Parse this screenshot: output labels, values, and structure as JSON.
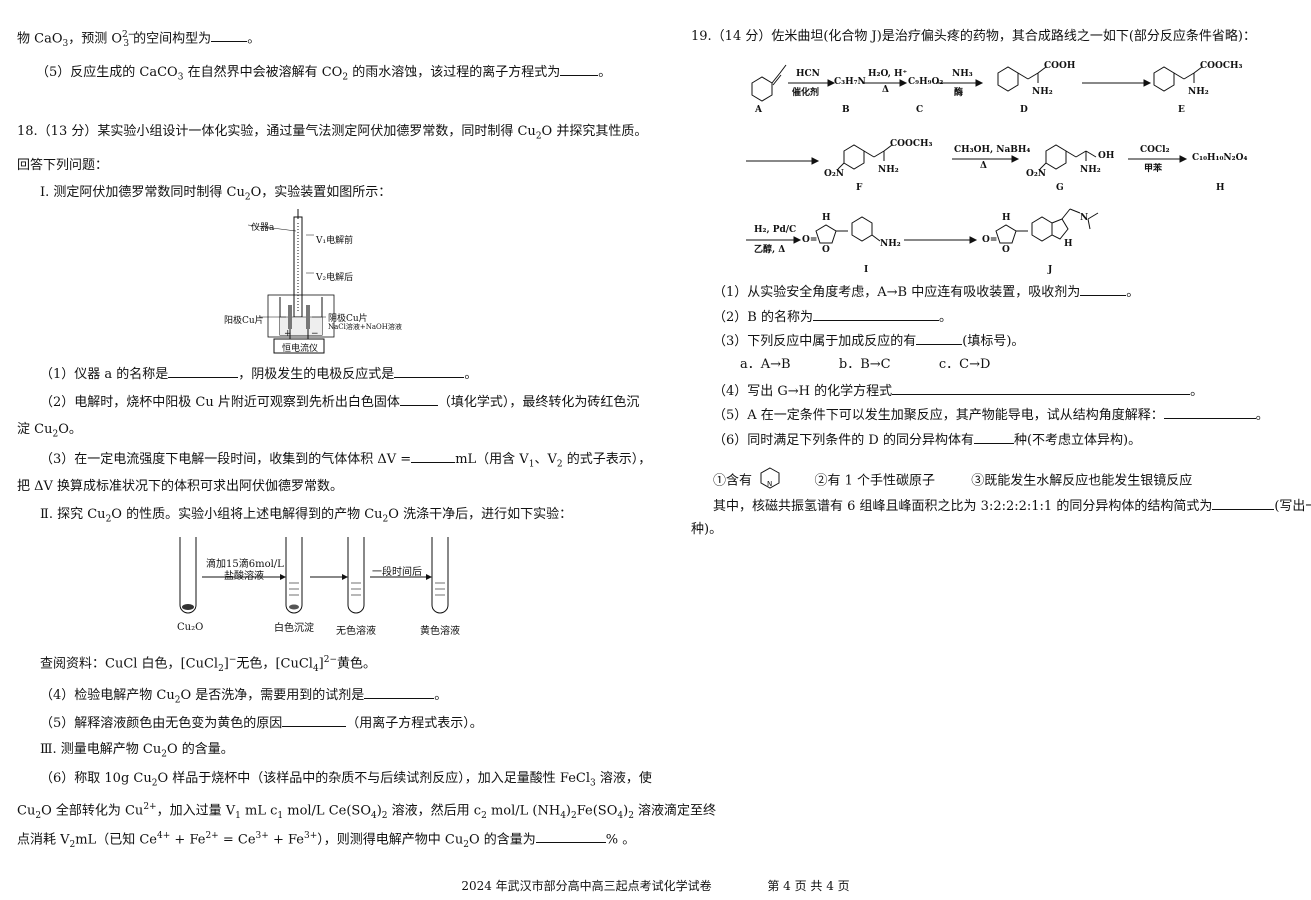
{
  "left": {
    "l1a": "物 CaO",
    "l1b": "，预测 O",
    "l1c": " 的空间构型为",
    "q17_5": "（5）反应生成的 CaCO",
    "q17_5b": " 在自然界中会被溶解有 CO",
    "q17_5c": " 的雨水溶蚀，该过程的离子方程式为",
    "q18_head": "18.（13 分）某实验小组设计一体化实验，通过量气法测定阿伏加德罗常数，同时制得 Cu",
    "q18_head_b": "O 并探究其性质。",
    "answer_prompt": "回答下列问题：",
    "part1": "Ⅰ. 测定阿伏加德罗常数同时制得 Cu",
    "part1b": "O，实验装置如图所示：",
    "fig1": {
      "instrument": "仪器a",
      "v1": "V₁电解前",
      "v2": "V₂电解后",
      "anode": "阳极Cu片",
      "cathode": "阴极Cu片",
      "solution": "NaCl溶液+NaOH溶液",
      "power": "恒电流仪",
      "plus": "+",
      "minus": "−"
    },
    "q1": "（1）仪器 a 的名称是",
    "q1b": "，阴极发生的电极反应式是",
    "q2": "（2）电解时，烧杯中阳极 Cu 片附近可观察到先析出白色固体",
    "q2b": "（填化学式），最终转化为砖红色沉",
    "q2c": "淀 Cu",
    "q2d": "O。",
    "q3": "（3）在一定电流强度下电解一段时间，收集到的气体体积 ΔV =",
    "q3b": "mL（用含 V",
    "q3c": "、V",
    "q3d": " 的式子表示），",
    "q3e": "把 ΔV 换算成标准状况下的体积可求出阿伏伽德罗常数。",
    "part2": "Ⅱ. 探究 Cu",
    "part2b": "O 的性质。实验小组将上述电解得到的产物 Cu",
    "part2c": "O 洗涤干净后，进行如下实验：",
    "fig2": {
      "add": "滴加15滴6mol/L",
      "acid": "盐酸溶液",
      "wait": "一段时间后",
      "t1": "Cu₂O",
      "t2": "白色沉淀",
      "t3": "无色溶液",
      "t4": "黄色溶液"
    },
    "ref": "查阅资料：CuCl 白色，",
    "ref_b": "无色，",
    "ref_c": "黄色。",
    "q4": "（4）检验电解产物 Cu",
    "q4b": "O 是否洗净，需要用到的试剂是",
    "q5": "（5）解释溶液颜色由无色变为黄色的原因",
    "q5b": "（用离子方程式表示）。",
    "part3": "Ⅲ. 测量电解产物 Cu",
    "part3b": "O 的含量。",
    "q6": "（6）称取 10g Cu",
    "q6b": "O 样品于烧杯中（该样品中的杂质不与后续试剂反应），加入足量酸性 FeCl",
    "q6c": " 溶液，使",
    "q6d": "Cu",
    "q6e": "O 全部转化为 Cu",
    "q6f": "，加入过量 V",
    "q6g": " mL c",
    "q6h": " mol/L Ce(SO",
    "q6i": ")",
    "q6j": " 溶液，然后用 c",
    "q6k": " mol/L (NH",
    "q6l": ")",
    "q6m": "Fe(SO",
    "q6n": ")",
    "q6o": " 溶液滴定至终",
    "q6p": "点消耗 V",
    "q6q": "mL（已知 Ce",
    "q6r": " + Fe",
    "q6s": " = Ce",
    "q6t": " + Fe",
    "q6u": "），则测得电解产物中 Cu",
    "q6v": "O 的含量为",
    "q6w": "% 。"
  },
  "right": {
    "q19_head": "19.（14 分）佐米曲坦(化合物 J)是治疗偏头疼的药物，其合成路线之一如下(部分反应条件省略)：",
    "scheme": {
      "A": "A",
      "B": "B",
      "C": "C",
      "D": "D",
      "E": "E",
      "F": "F",
      "G": "G",
      "H": "H",
      "I": "I",
      "J": "J",
      "r1_top": "HCN",
      "r1_bot": "催化剂",
      "B_formula": "C₃H₇N",
      "r2_top": "H₂O, H⁺",
      "r2_bot": "Δ",
      "C_formula": "C₉H₉O₂",
      "r3_top": "NH₃",
      "r3_bot": "酶",
      "cooh": "COOH",
      "nh2": "NH₂",
      "cooch3": "COOCH₃",
      "o2n": "O₂N",
      "r5_top": "CH₃OH, NaBH₄",
      "r5_bot": "Δ",
      "oh": "OH",
      "r6_top": "COCl₂",
      "r6_bot": "甲苯",
      "H_formula": "C₁₀H₁₀N₂O₄",
      "r7_top": "H₂, Pd/C",
      "r7_bot": "乙醇, Δ",
      "nh": "H",
      "n": "N",
      "o": "O",
      "eq_o": "O="
    },
    "q1": "（1）从实验安全角度考虑，A→B 中应连有吸收装置，吸收剂为",
    "q2": "（2）B 的名称为",
    "q3": "（3）下列反应中属于加成反应的有",
    "q3b": "(填标号)。",
    "q3_opts": [
      "a．A→B",
      "b．B→C",
      "c．C→D"
    ],
    "q4": "（4）写出 G→H 的化学方程式",
    "q5": "（5）A 在一定条件下可以发生加聚反应，其产物能导电，试从结构角度解释：",
    "q6": "（6）同时满足下列条件的 D 的同分异构体有",
    "q6b": "种(不考虑立体异构)。",
    "cond1": "①含有",
    "cond2": "②有 1 个手性碳原子",
    "cond3": "③既能发生水解反应也能发生银镜反应",
    "tail": "其中，核磁共振氢谱有 6 组峰且峰面积之比为 3:2:2:2:1:1 的同分异构体的结构简式为",
    "tail_b": "(写出一",
    "tail_c": "种)。"
  },
  "footer": {
    "title": "2024 年武汉市部分高中高三起点考试化学试卷",
    "page": "第 4 页 共 4 页"
  }
}
